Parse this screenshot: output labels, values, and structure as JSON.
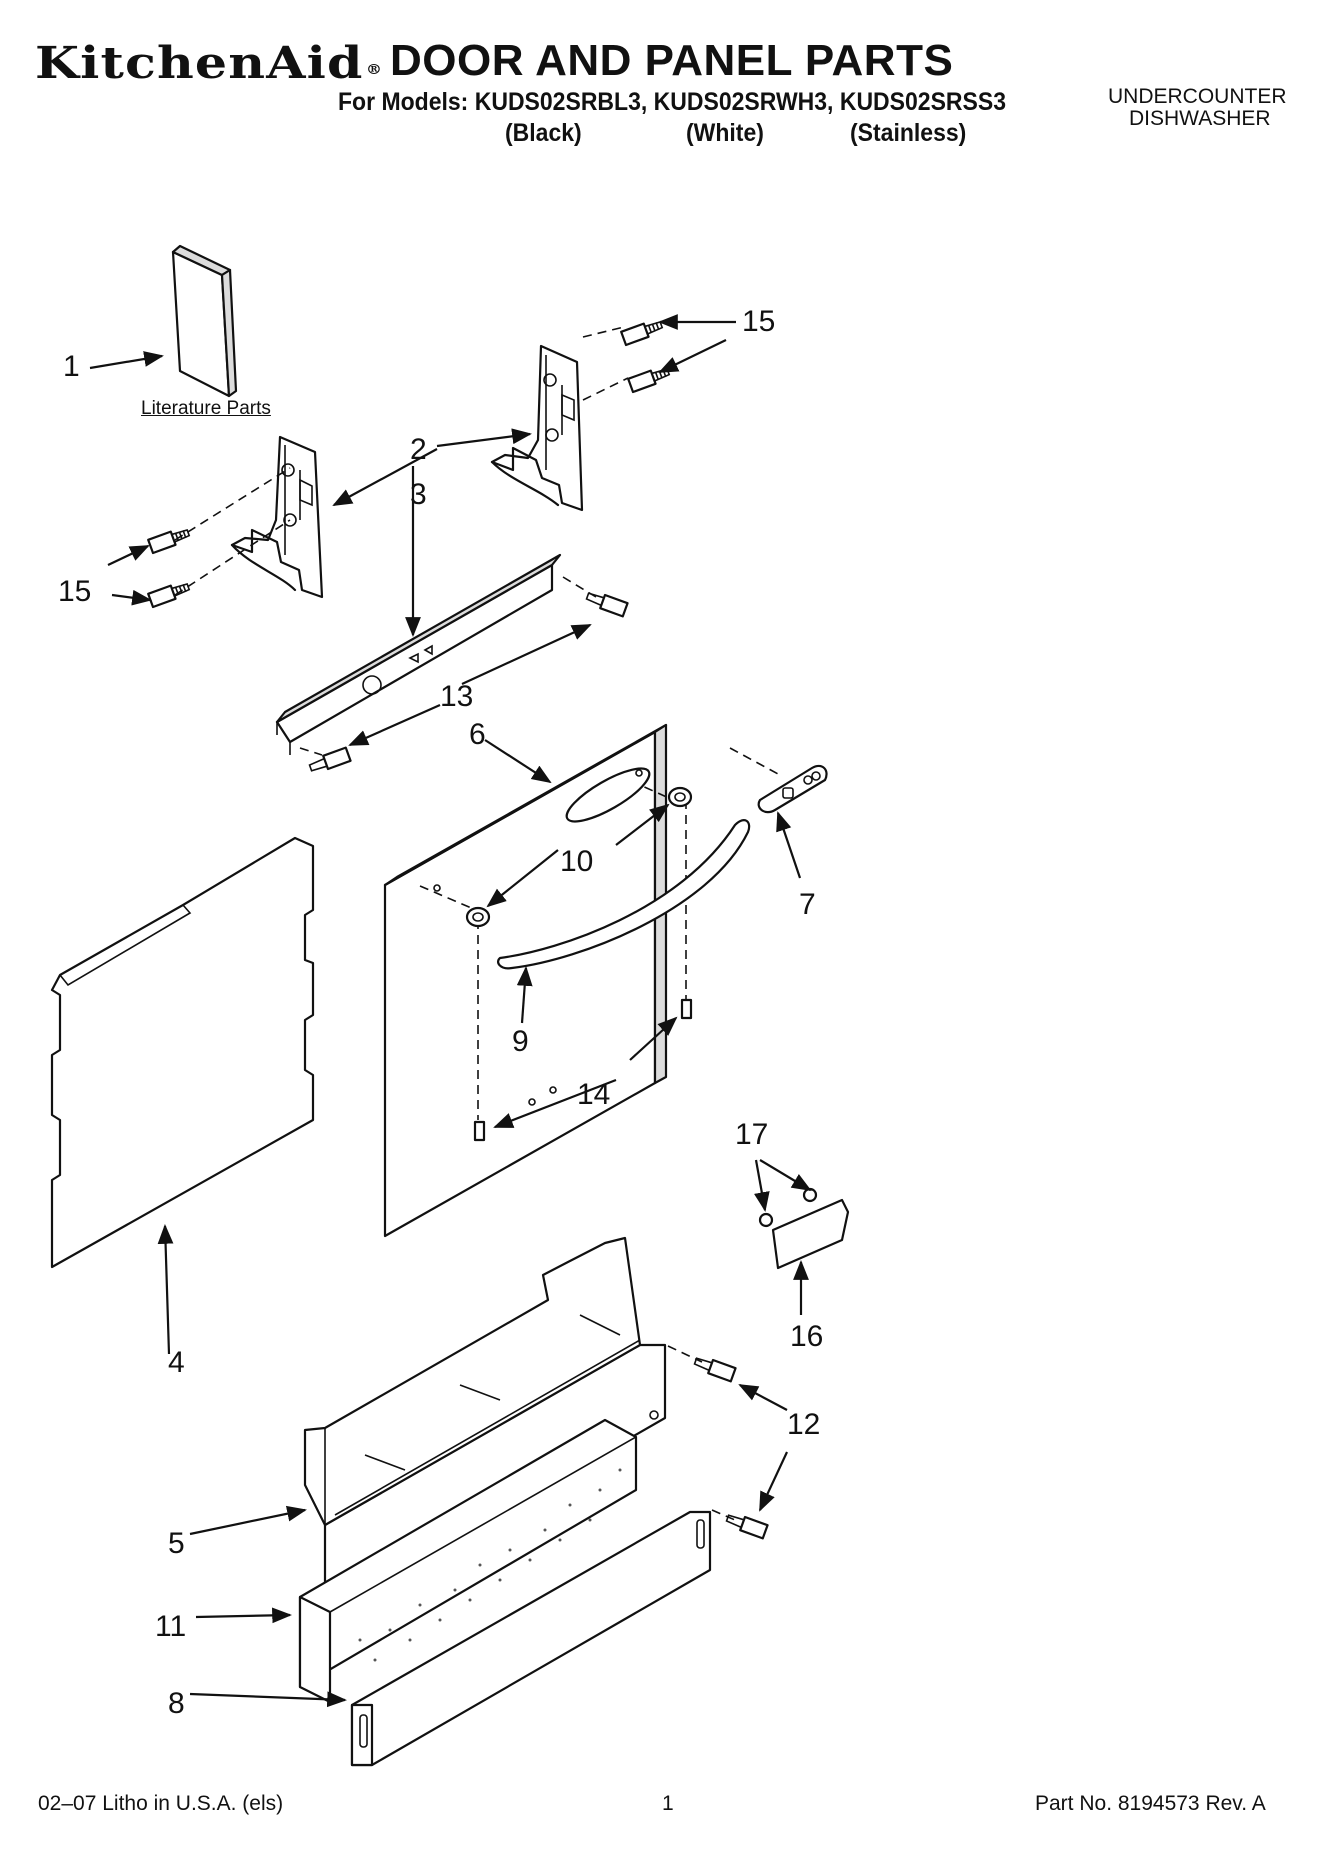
{
  "header": {
    "brand": "KitchenAid",
    "brand_mark": "®",
    "title": "DOOR AND PANEL PARTS",
    "models_line": "For Models: KUDS02SRBL3, KUDS02SRWH3, KUDS02SRSS3",
    "variants": [
      "(Black)",
      "(White)",
      "(Stainless)"
    ],
    "appliance_type": [
      "UNDERCOUNTER",
      "DISHWASHER"
    ]
  },
  "diagram": {
    "literature_label": "Literature Parts",
    "callouts": [
      "1",
      "2",
      "3",
      "4",
      "5",
      "6",
      "7",
      "8",
      "9",
      "10",
      "11",
      "12",
      "13",
      "14",
      "15",
      "15",
      "16",
      "17"
    ]
  },
  "footer": {
    "litho": "02–07 Litho in U.S.A. (els)",
    "page": "1",
    "part_no": "Part No. 8194573 Rev. A"
  }
}
